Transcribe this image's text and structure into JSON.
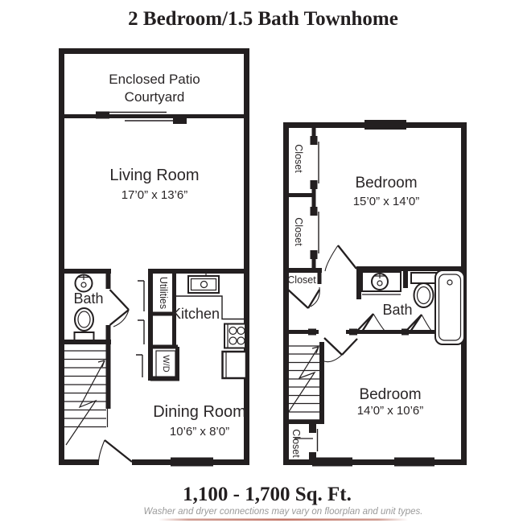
{
  "title": "2 Bedroom/1.5 Bath Townhome",
  "floor1": {
    "patio_line1": "Enclosed Patio",
    "patio_line2": "Courtyard",
    "living_room": "Living Room",
    "living_room_dims": "17’0” x 13’6”",
    "bath": "Bath",
    "utilities": "Utilities",
    "kitchen": "Kitchen",
    "washer_dryer": "W/D",
    "dining_room": "Dining Room",
    "dining_room_dims": "10’6” x 8’0”"
  },
  "floor2": {
    "closet_upper": "Closet",
    "closet_mid": "Closet",
    "closet_hall": "Closet",
    "closet_lower": "Closet",
    "bedroom1": "Bedroom",
    "bedroom1_dims": "15’0” x 14’0”",
    "bath": "Bath",
    "bedroom2": "Bedroom",
    "bedroom2_dims": "14’0” x 10’6”"
  },
  "footer": {
    "sqft_range": "1,100 - 1,700 Sq. Ft.",
    "disclaimer": "Washer and dryer connections may vary on floorplan and unit types."
  },
  "colors": {
    "wall": "#231f20",
    "text": "#2a2627",
    "disclaimer_text": "#9a9a9a",
    "accent_line": "#c98e82"
  }
}
